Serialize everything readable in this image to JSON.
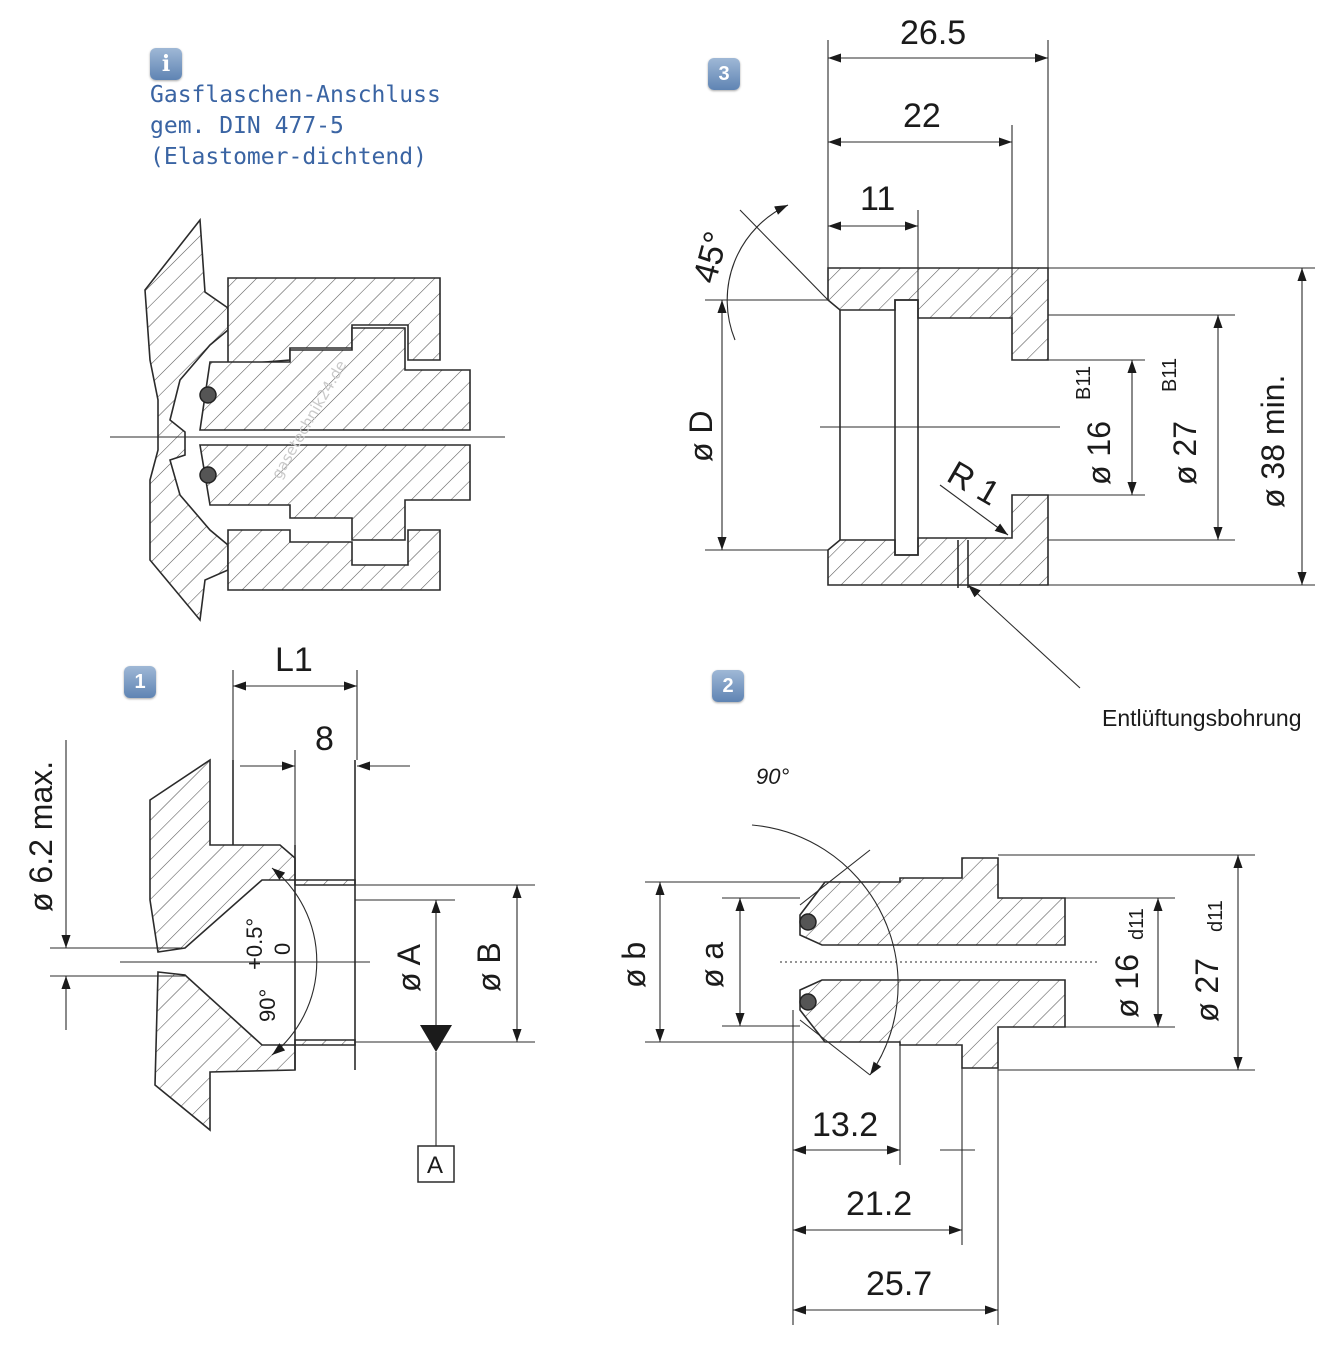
{
  "info": {
    "icon": "info-icon",
    "icon_glyph": "i",
    "title_lines": [
      "Gasflaschen-Anschluss",
      "gem. DIN 477-5",
      "(Elastomer-dichtend)"
    ]
  },
  "badges": {
    "one": "1",
    "two": "2",
    "three": "3"
  },
  "watermark": "gasetechnik24.de",
  "view1": {
    "l1": "L1",
    "eight": "8",
    "d62": "ø 6.2 max.",
    "angle": "90°",
    "tol_plus": "+0.5°",
    "tol_zero": "0",
    "dA": "ø A",
    "dB": "ø B",
    "datum": "A"
  },
  "view2": {
    "angle": "90°",
    "db": "ø b",
    "da": "ø a",
    "d16": "ø 16",
    "d16_tol": "d11",
    "d27": "ø 27",
    "d27_tol": "d11",
    "l132": "13.2",
    "l212": "21.2",
    "l257": "25.7"
  },
  "view3": {
    "l265": "26.5",
    "l22": "22",
    "l11": "11",
    "angle": "45°",
    "dD": "ø D",
    "d16": "ø 16",
    "d16_tol": "B11",
    "d27": "ø 27",
    "d27_tol": "B11",
    "d38": "ø 38 min.",
    "r1": "R 1",
    "vent": "Entlüftungsbohrung"
  }
}
